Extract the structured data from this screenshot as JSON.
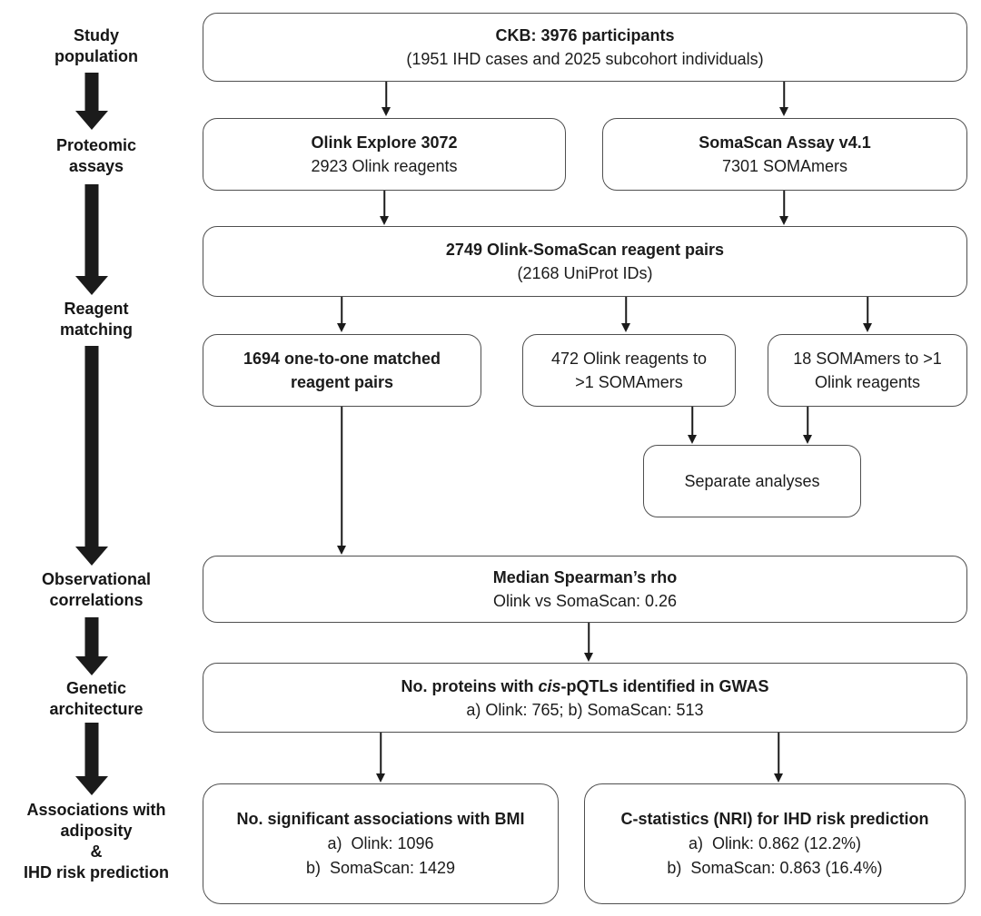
{
  "stages": [
    {
      "lines": [
        "Study",
        "population"
      ]
    },
    {
      "lines": [
        "Proteomic",
        "assays"
      ]
    },
    {
      "lines": [
        "Reagent",
        "matching"
      ]
    },
    {
      "lines": [
        "Observational",
        "correlations"
      ]
    },
    {
      "lines": [
        "Genetic",
        "architecture"
      ]
    },
    {
      "lines": [
        "Associations with",
        "adiposity",
        "&",
        "IHD risk prediction"
      ]
    }
  ],
  "boxes": {
    "ckb": {
      "title": "CKB: 3976 participants",
      "subtitle": "(1951 IHD cases and 2025 subcohort individuals)"
    },
    "olink": {
      "title": "Olink Explore 3072",
      "subtitle": "2923 Olink reagents"
    },
    "somascan": {
      "title": "SomaScan Assay v4.1",
      "subtitle": "7301 SOMAmers"
    },
    "pairs": {
      "title": "2749 Olink-SomaScan reagent pairs",
      "subtitle": "(2168 UniProt IDs)"
    },
    "matched": {
      "line1": "1694 one-to-one matched",
      "line2": "reagent pairs"
    },
    "olink_multi": {
      "line1": "472 Olink reagents to",
      "line2": ">1 SOMAmers"
    },
    "soma_multi": {
      "line1": "18 SOMAmers to >1",
      "line2": "Olink reagents"
    },
    "separate": {
      "label": "Separate analyses"
    },
    "spearman": {
      "title": "Median Spearman’s rho",
      "subtitle": "Olink vs SomaScan: 0.26"
    },
    "gwas": {
      "title_prefix": "No. proteins with ",
      "title_italic": "cis",
      "title_suffix": "-pQTLs identified in GWAS",
      "subtitle": "a) Olink: 765; b) SomaScan: 513"
    },
    "bmi": {
      "title": "No. significant associations with BMI",
      "line_a": "a)  Olink: 1096",
      "line_b": "b)  SomaScan: 1429"
    },
    "cstat": {
      "title": "C-statistics (NRI) for IHD risk prediction",
      "line_a": "a)  Olink: 0.862 (12.2%)",
      "line_b": "b)  SomaScan: 0.863 (16.4%)"
    }
  },
  "colors": {
    "box_border": "#4f4f4f",
    "text": "#1b1b1b",
    "arrow": "#1b1b1b",
    "background": "#ffffff"
  }
}
